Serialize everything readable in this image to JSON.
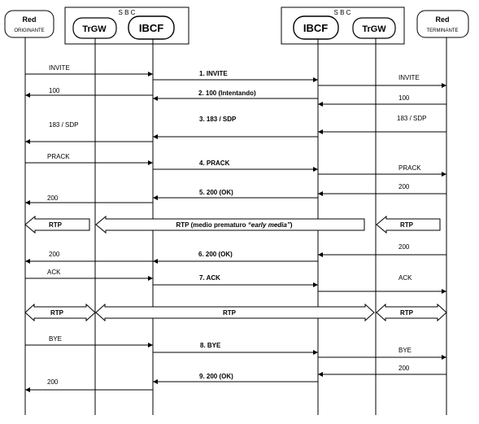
{
  "endpoints": {
    "originating": {
      "title": "Red",
      "subtitle": "ORIGINANTE"
    },
    "terminating": {
      "title": "Red",
      "subtitle": "TERMINANTE"
    }
  },
  "sbc_left": {
    "title": "S B C",
    "trgw": "TrGW",
    "ibcf": "IBCF"
  },
  "sbc_right": {
    "title": "S B C",
    "ibcf": "IBCF",
    "trgw": "TrGW"
  },
  "messages": [
    {
      "id": "invite-orig",
      "text": "INVITE"
    },
    {
      "id": "invite-1",
      "text": "1. INVITE"
    },
    {
      "id": "invite-term",
      "text": "INVITE"
    },
    {
      "id": "m100-orig",
      "text": "100"
    },
    {
      "id": "m100-2",
      "text": "2. 100 (Intentando)"
    },
    {
      "id": "m100-term",
      "text": "100"
    },
    {
      "id": "m183-orig",
      "text": "183 / SDP"
    },
    {
      "id": "m183-3",
      "text": "3. 183 / SDP"
    },
    {
      "id": "m183-term",
      "text": "183 / SDP"
    },
    {
      "id": "prack-orig",
      "text": "PRACK"
    },
    {
      "id": "prack-4",
      "text": "4. PRACK"
    },
    {
      "id": "prack-term",
      "text": "PRACK"
    },
    {
      "id": "m200-orig",
      "text": "200"
    },
    {
      "id": "m200-5",
      "text": "5. 200 (OK)"
    },
    {
      "id": "m200-term",
      "text": "200"
    },
    {
      "id": "m200b-term",
      "text": "200"
    },
    {
      "id": "m200b-6",
      "text": "6. 200 (OK)"
    },
    {
      "id": "m200b-orig",
      "text": "200"
    },
    {
      "id": "ack-orig",
      "text": "ACK"
    },
    {
      "id": "ack-7",
      "text": "7. ACK"
    },
    {
      "id": "ack-term",
      "text": "ACK"
    },
    {
      "id": "bye-orig",
      "text": "BYE"
    },
    {
      "id": "bye-8",
      "text": "8. BYE"
    },
    {
      "id": "bye-term",
      "text": "BYE"
    },
    {
      "id": "m200c-term",
      "text": "200"
    },
    {
      "id": "m200c-9",
      "text": "9. 200 (OK)"
    },
    {
      "id": "m200c-orig",
      "text": "200"
    }
  ],
  "rtp_early": {
    "left": "RTP",
    "center_prefix": "RTP (medio prematuro ",
    "center_italic": "“early media”",
    "center_suffix": ")",
    "right": "RTP"
  },
  "rtp_media": {
    "left": "RTP",
    "center": "RTP",
    "right": "RTP"
  },
  "colors": {
    "line": "#000000",
    "box_border": "#000000"
  }
}
